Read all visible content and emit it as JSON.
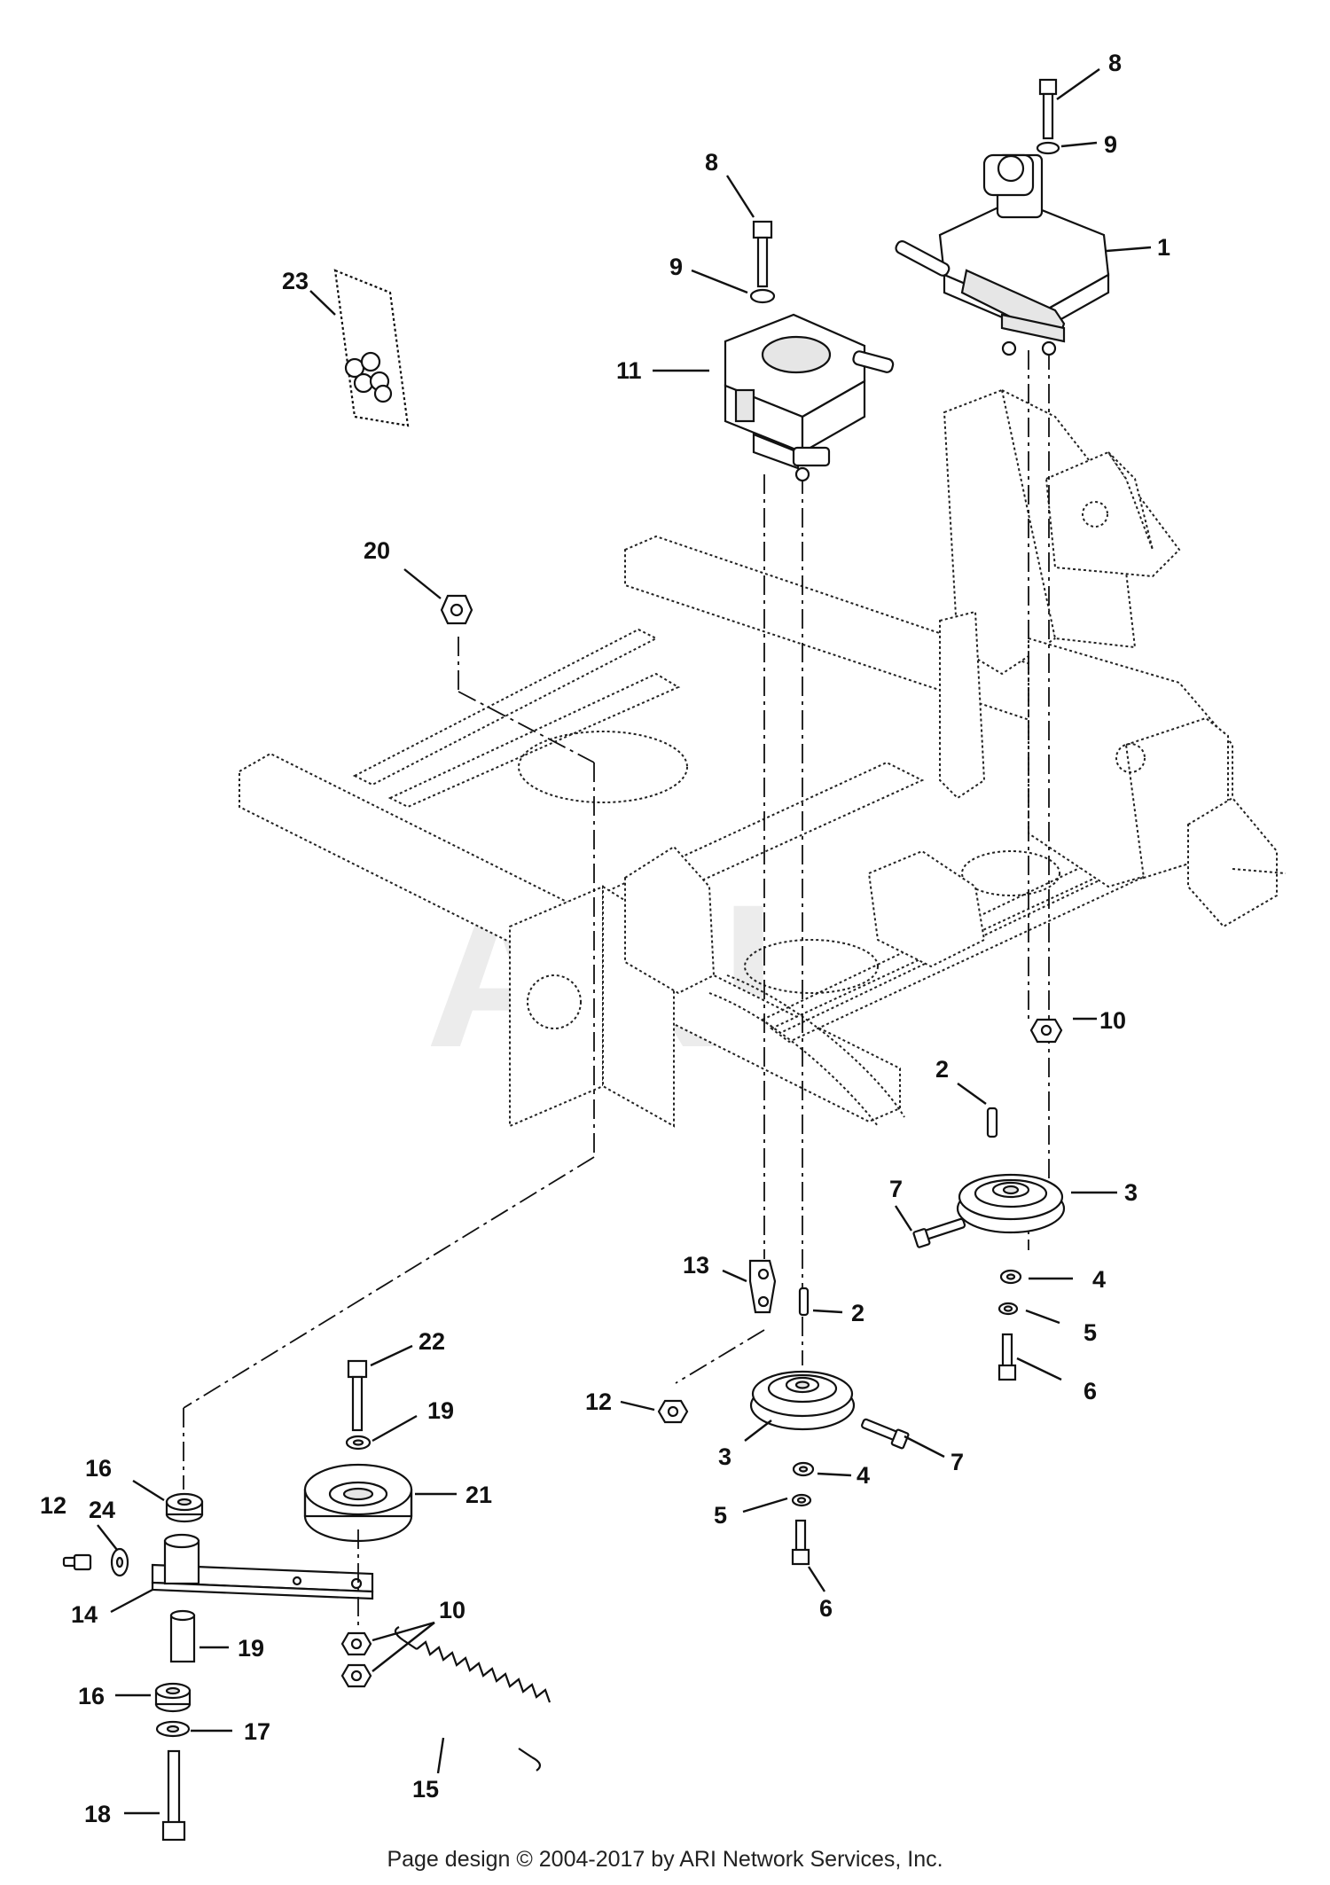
{
  "watermark": "ARI",
  "footer": "Page design © 2004-2017 by ARI Network Services, Inc.",
  "callouts": {
    "c8a": "8",
    "c9a": "9",
    "c1": "1",
    "c8b": "8",
    "c9b": "9",
    "c11": "11",
    "c23": "23",
    "c20": "20",
    "c10a": "10",
    "c2a": "2",
    "c7a": "7",
    "c3a": "3",
    "c4a": "4",
    "c5a": "5",
    "c6a": "6",
    "c13": "13",
    "c2b": "2",
    "c12a": "12",
    "c3b": "3",
    "c7b": "7",
    "c4b": "4",
    "c5b": "5",
    "c6b": "6",
    "c22": "22",
    "c19a": "19",
    "c21": "21",
    "c16a": "16",
    "c12b": "12",
    "c24": "24",
    "c14": "14",
    "c10b": "10",
    "c19b": "19",
    "c16b": "16",
    "c17": "17",
    "c15": "15",
    "c18": "18"
  }
}
